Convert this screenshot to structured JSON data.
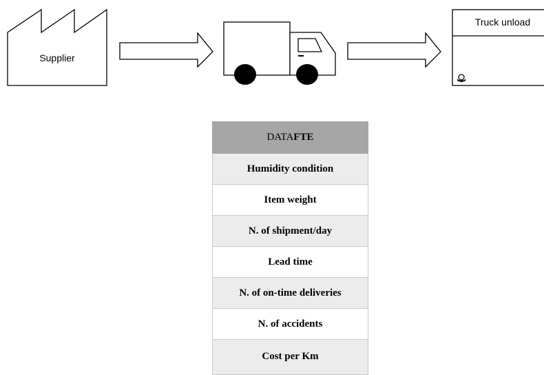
{
  "flow": {
    "supplier_label": "Supplier",
    "truck_unload_label": "Truck unload"
  },
  "table": {
    "header_prefix": "DATA",
    "header_suffix": "FTE",
    "rows": [
      "Humidity condition",
      "Item weight",
      "N. of shipment/day",
      "Lead time",
      "N. of on-time deliveries",
      "N. of accidents",
      "Cost per Km"
    ]
  },
  "icons": [
    "factory-icon",
    "arrow-right-icon",
    "truck-icon",
    "arrow-right-icon",
    "truck-unload-icon",
    "operator-icon"
  ]
}
